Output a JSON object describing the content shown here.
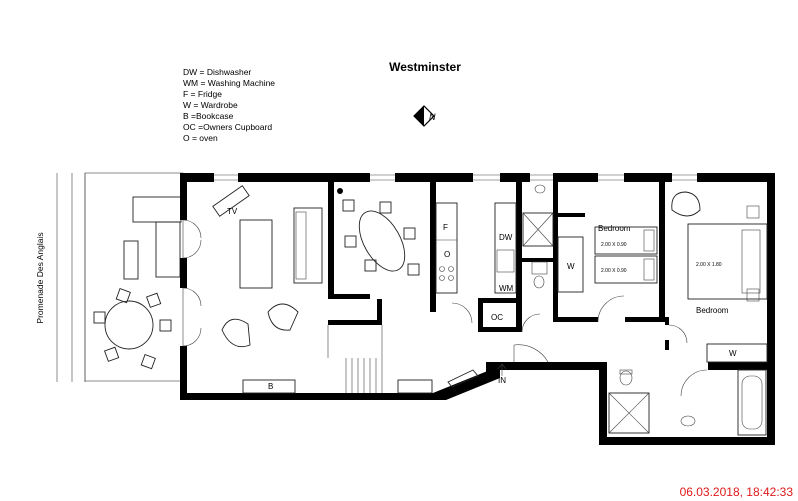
{
  "title": "Westminster",
  "legend": [
    "DW = Dishwasher",
    "WM = Washing Machine",
    "F = Fridge",
    "W = Wardrobe",
    "B =Bookcase",
    "OC =Owners Cupboard",
    "O = oven"
  ],
  "compass": {
    "label": "N"
  },
  "street": "Promenade Des Anglais",
  "labels": {
    "tv": "TV",
    "fridge": "F",
    "oven": "O",
    "dishwasher": "DW",
    "washing_machine": "WM",
    "owners_cupboard": "OC",
    "entrance": "IN",
    "bookcase": "B",
    "wardrobe_1": "W",
    "wardrobe_2": "W",
    "bedroom_1": "Bedroom",
    "bedroom_2": "Bedroom",
    "bed_1a": "2.00 X 0.90",
    "bed_1b": "2.00 X 0.90",
    "bed_2": "2.00 X 1.80"
  },
  "timestamp": "06.03.2018, 18:42:33",
  "colors": {
    "timestamp": "#e0191b",
    "walls": "#000000"
  }
}
